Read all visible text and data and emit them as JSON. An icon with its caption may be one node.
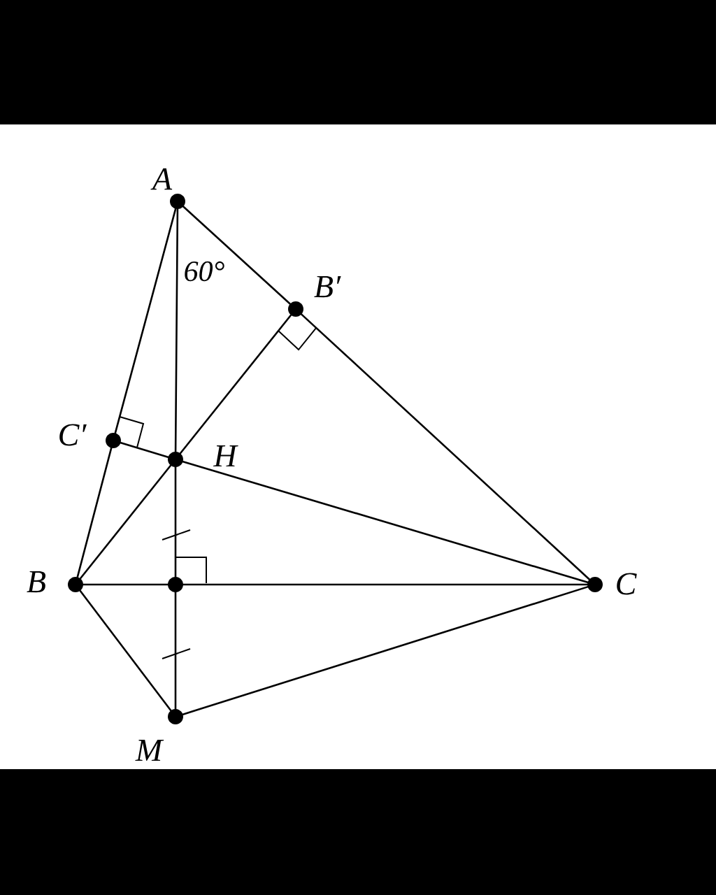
{
  "diagram": {
    "nodes": [
      {
        "text": [
          "A"
        ]
      },
      {
        "text": [
          "B′"
        ]
      },
      {
        "text": [
          "C′"
        ]
      },
      {
        "text": [
          "H"
        ]
      },
      {
        "text": [
          "B"
        ]
      },
      {
        "text": [],
        "shape": "circle"
      },
      {
        "text": [
          "C"
        ]
      },
      {
        "text": [
          "M"
        ]
      }
    ],
    "edges": [
      {
        "from": 0,
        "to": 2,
        "arrow": "none"
      },
      {
        "from": 2,
        "to": 4,
        "arrow": "none"
      },
      {
        "from": 0,
        "to": 1,
        "arrow": "none"
      },
      {
        "from": 1,
        "to": 6,
        "arrow": "none"
      },
      {
        "from": 0,
        "to": 3,
        "arrow": "none"
      },
      {
        "from": 3,
        "to": 5,
        "arrow": "none"
      },
      {
        "from": 5,
        "to": 7,
        "arrow": "none"
      },
      {
        "from": 4,
        "to": 5,
        "arrow": "none"
      },
      {
        "from": 5,
        "to": 6,
        "arrow": "none"
      },
      {
        "from": 2,
        "to": 3,
        "arrow": "none"
      },
      {
        "from": 3,
        "to": 6,
        "arrow": "none"
      },
      {
        "from": 4,
        "to": 3,
        "arrow": "none"
      },
      {
        "from": 3,
        "to": 1,
        "arrow": "none"
      },
      {
        "from": 4,
        "to": 7,
        "arrow": "none"
      },
      {
        "from": 7,
        "to": 6,
        "arrow": "none"
      }
    ],
    "labels": [
      "60°"
    ]
  }
}
